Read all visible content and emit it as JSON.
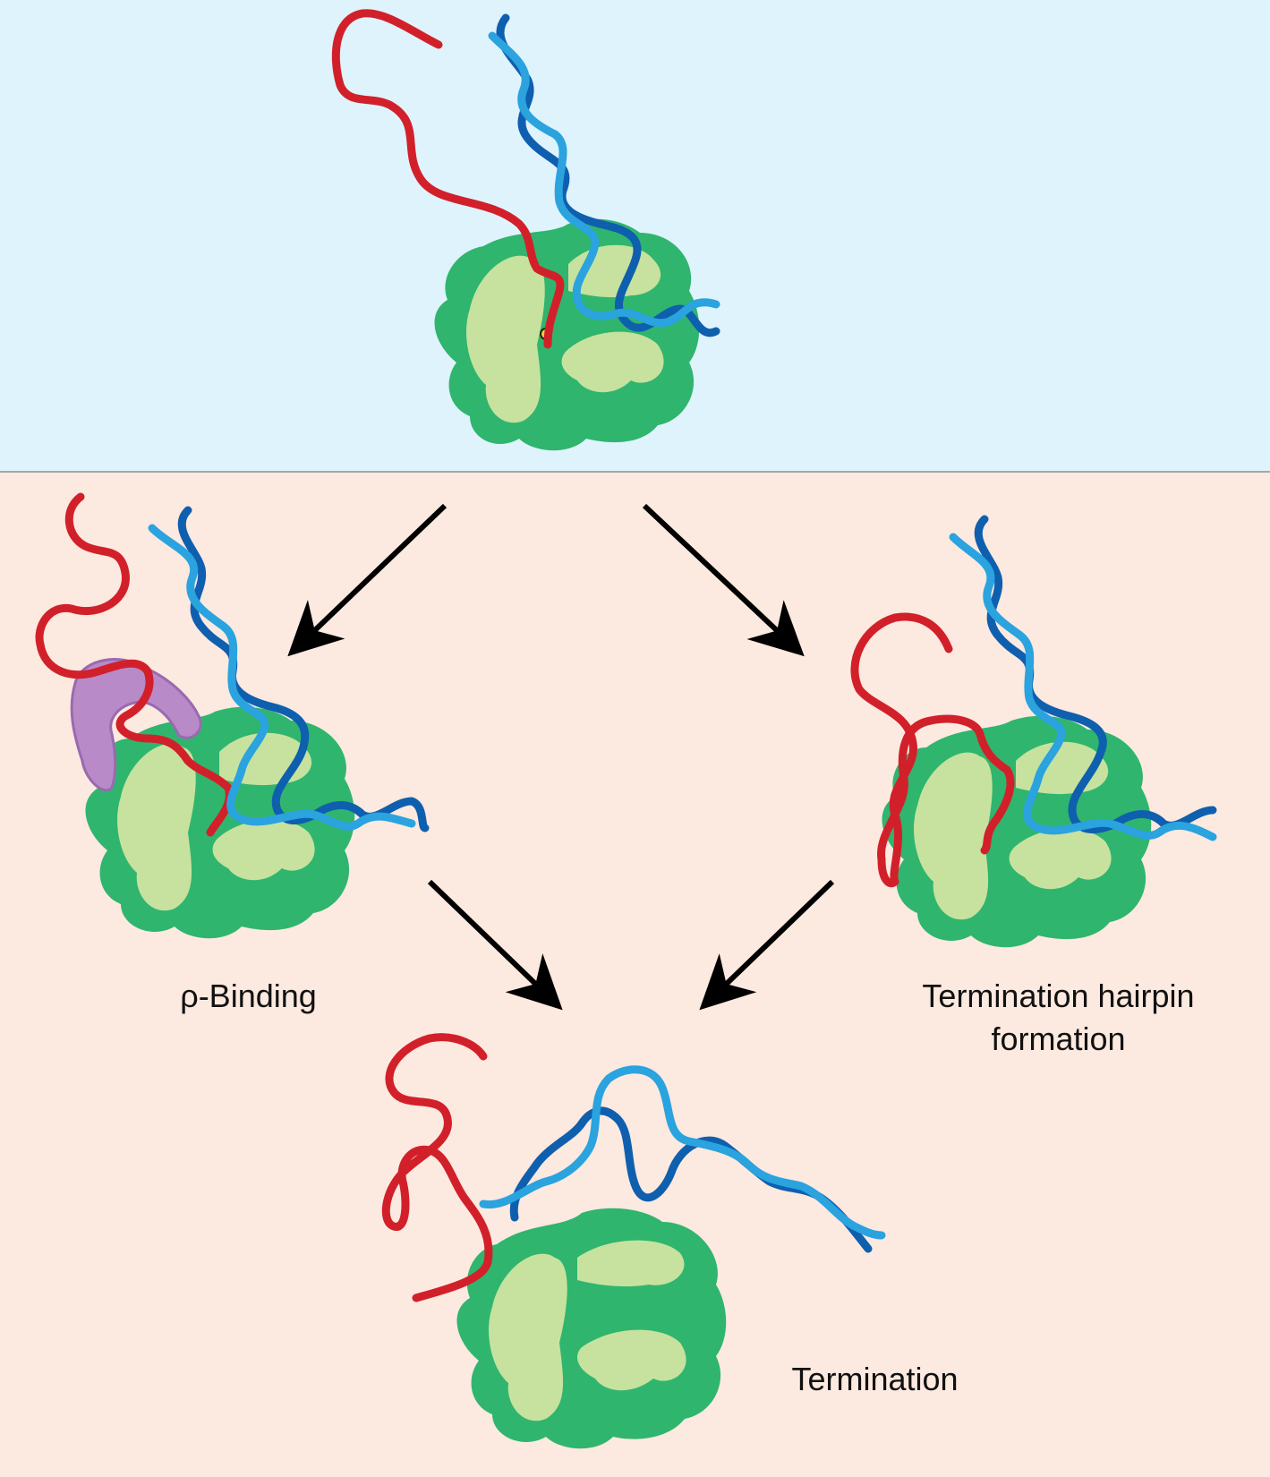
{
  "colors": {
    "top_panel": "#dff3fc",
    "bottom_panel": "#fce9e0",
    "rnap_outer": "#2fb56e",
    "rnap_inner": "#c6e29e",
    "rna": "#d2202b",
    "dna_template": "#0f5faf",
    "dna_nontemplate": "#2aa3df",
    "rho_factor": "#b98ac8",
    "arrow": "#000000"
  },
  "labels": {
    "rho_binding": "ρ-Binding",
    "hairpin_line1": "Termination hairpin",
    "hairpin_line2": "formation",
    "termination": "Termination"
  }
}
